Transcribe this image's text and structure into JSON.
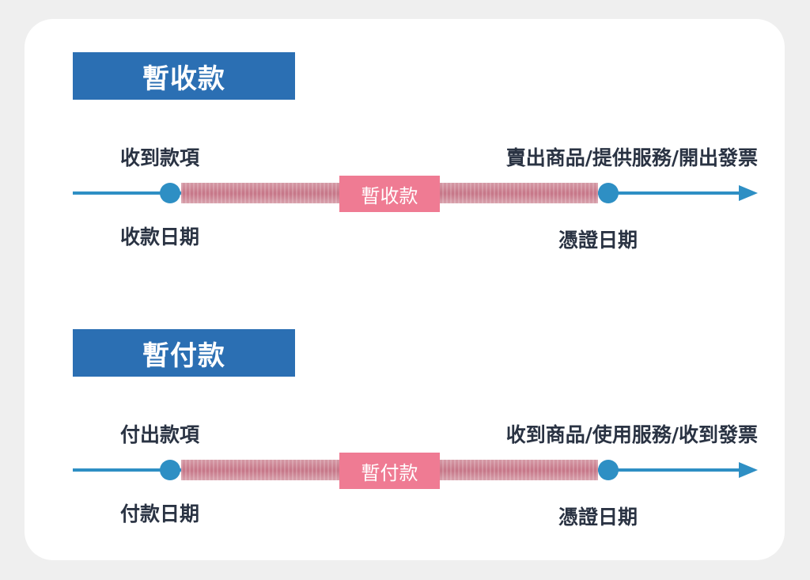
{
  "sections": [
    {
      "title": "暫收款",
      "top_left": "收到款項",
      "top_right": "賣出商品/提供服務/開出發票",
      "bottom_left": "收款日期",
      "bottom_right": "憑證日期",
      "period_label": "暫收款"
    },
    {
      "title": "暫付款",
      "top_left": "付出款項",
      "top_right": "收到商品/使用服務/收到發票",
      "bottom_left": "付款日期",
      "bottom_right": "憑證日期",
      "period_label": "暫付款"
    }
  ],
  "colors": {
    "title_bg": "#2b6fb3",
    "axis": "#2e8fc4",
    "band": "#c87a8b",
    "badge": "#ef7b93",
    "text": "#2a3343"
  }
}
